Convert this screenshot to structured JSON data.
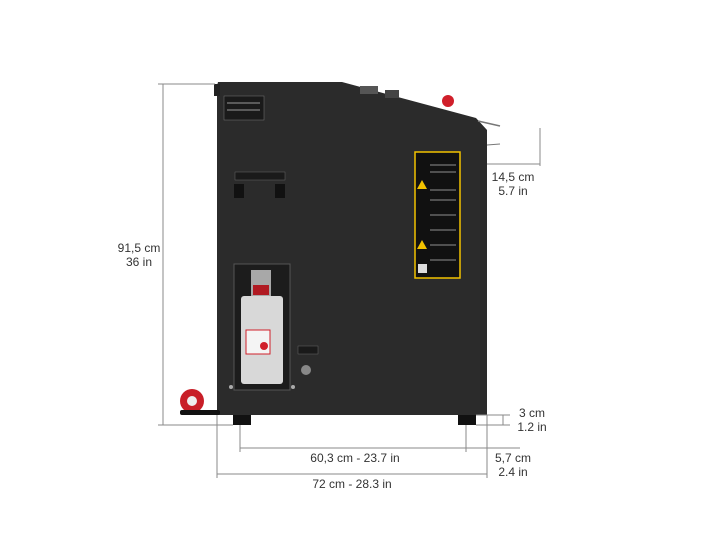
{
  "dimensions": {
    "height": {
      "cm": "91,5 cm",
      "in": "36 in"
    },
    "top_overhang": {
      "cm": "14,5 cm",
      "in": "5.7 in"
    },
    "foot_height": {
      "cm": "3 cm",
      "in": "1.2 in"
    },
    "foot_spacing": "60,3 cm - 23.7 in",
    "foot_offset": {
      "cm": "5,7 cm",
      "in": "2.4 in"
    },
    "total_length": "72 cm - 28.3 in"
  },
  "colors": {
    "body": "#2b2b2b",
    "dimension_line": "#8a8a8a",
    "accent": "#d01f2a",
    "label": "#f2c200"
  }
}
